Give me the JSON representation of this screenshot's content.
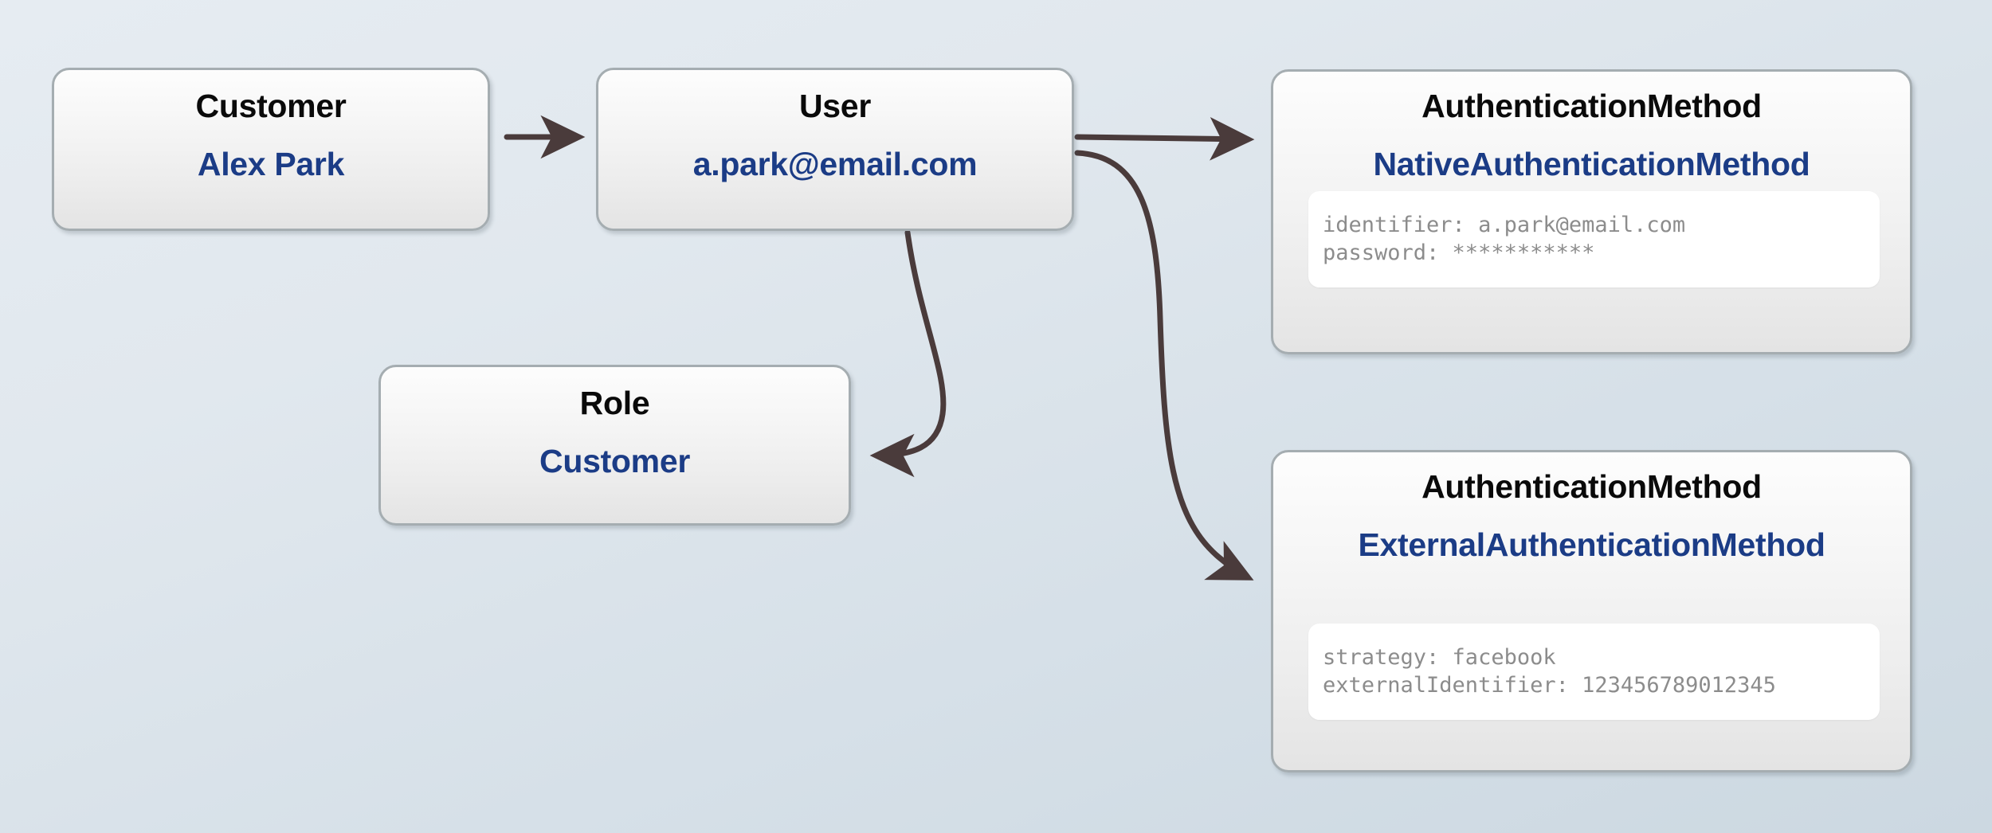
{
  "diagram": {
    "type": "entity-relationship-instance-diagram",
    "background_color": "#e1e8ee",
    "node_border_color": "#a5adb1",
    "title_color": "#0a0a0a",
    "subtitle_color": "#1b3c86",
    "attribute_text_color": "#8c8c8c",
    "arrow_color": "#4a3b3b"
  },
  "nodes": {
    "customer": {
      "title": "Customer",
      "subtitle": "Alex Park"
    },
    "user": {
      "title": "User",
      "subtitle": "a.park@email.com"
    },
    "role": {
      "title": "Role",
      "subtitle": "Customer"
    },
    "native_auth": {
      "title": "AuthenticationMethod",
      "subtitle": "NativeAuthenticationMethod",
      "attributes": [
        "identifier: a.park@email.com",
        "password: ***********"
      ]
    },
    "external_auth": {
      "title": "AuthenticationMethod",
      "subtitle": "ExternalAuthenticationMethod",
      "attributes": [
        "strategy: facebook",
        "externalIdentifier: 123456789012345"
      ]
    }
  },
  "edges": [
    {
      "name": "customer-to-user",
      "from": "customer",
      "to": "user",
      "style": "straight"
    },
    {
      "name": "user-to-native-auth",
      "from": "user",
      "to": "native_auth",
      "style": "straight"
    },
    {
      "name": "user-to-role",
      "from": "user",
      "to": "role",
      "style": "curved"
    },
    {
      "name": "user-to-external-auth",
      "from": "user",
      "to": "external_auth",
      "style": "curved"
    }
  ]
}
